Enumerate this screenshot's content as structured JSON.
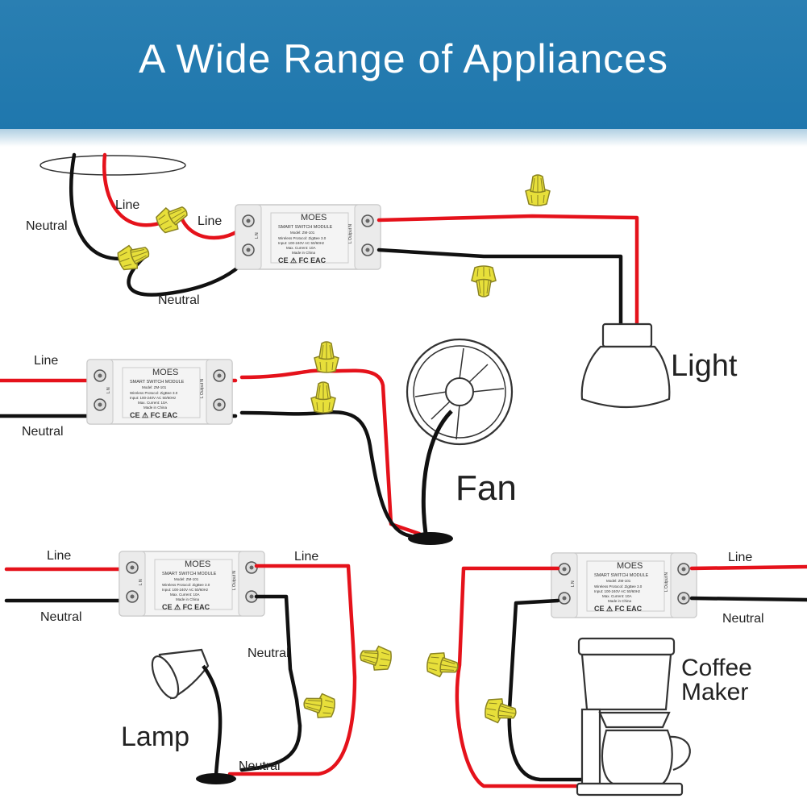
{
  "title": "A Wide Range of Appliances",
  "colors": {
    "banner": "#1f77ad",
    "line_wire": "#e5121b",
    "neutral_wire": "#111111",
    "wire_nut": "#e7df3a"
  },
  "module": {
    "brand": "MOES",
    "name": "SMART SWITCH MODULE",
    "model": "Model: ZM-101",
    "protocol": "Wireless Protocol:  ZigBee 3.0",
    "input": "Input: 100-240V AC 50/60Hz",
    "current": "Max. Current: 10A",
    "origin": "Made in China",
    "marks": "CE ⚠ FC EAC",
    "input_side": "L N",
    "output_side": "L Output N"
  },
  "labels": {
    "line": "Line",
    "neutral": "Neutral"
  },
  "appliances": {
    "light": "Light",
    "fan": "Fan",
    "lamp": "Lamp",
    "coffee_line1": "Coffee",
    "coffee_line2": "Maker"
  }
}
